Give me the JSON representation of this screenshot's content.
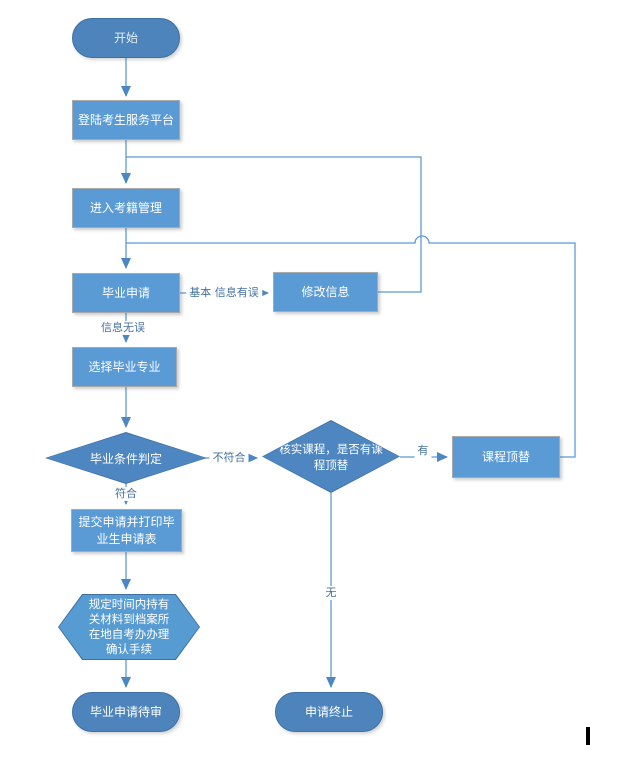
{
  "diagram": {
    "type": "flowchart",
    "language": "zh-CN",
    "colors": {
      "process_fill": "#5b9bd5",
      "process_border": "#a9a9a9",
      "terminal_fill": "#4d84bc",
      "decision_fill": "#4d86c0",
      "hexagon_fill": "#579bd3",
      "connector": "#5b9bd5",
      "arrowhead": "#4a87c4",
      "edge_label_text": "#44719f",
      "node_text": "#ffffff"
    },
    "nodes": {
      "start": {
        "label": "开始",
        "shape": "rounded"
      },
      "login": {
        "label": "登陆考生服务平台",
        "shape": "process"
      },
      "enter_registry": {
        "label": "进入考籍管理",
        "shape": "process"
      },
      "graduation_apply": {
        "label": "毕业申请",
        "shape": "process"
      },
      "modify_info": {
        "label": "修改信息",
        "shape": "process"
      },
      "select_major": {
        "label": "选择毕业专业",
        "shape": "process"
      },
      "judge_condition": {
        "label": "毕业条件判定",
        "shape": "decision"
      },
      "verify_course": {
        "label": "核实课程，是否有课程顶替",
        "shape": "decision"
      },
      "course_substitute": {
        "label": "课程顶替",
        "shape": "process"
      },
      "submit_print": {
        "label": "提交申请并打印毕业生申请表",
        "shape": "process"
      },
      "confirm_procedure": {
        "label": "规定时间内持有关材料到档案所在地自考办办理确认手续",
        "shape": "hexagon"
      },
      "pending_review": {
        "label": "毕业申请待审",
        "shape": "rounded"
      },
      "terminate": {
        "label": "申请终止",
        "shape": "rounded"
      }
    },
    "edge_labels": {
      "basic_info_error": "基本 信息有误",
      "info_correct": "信息无误",
      "not_satisfied": "不符合",
      "satisfied": "符合",
      "has_substitute": "有",
      "no_substitute": "无"
    }
  }
}
